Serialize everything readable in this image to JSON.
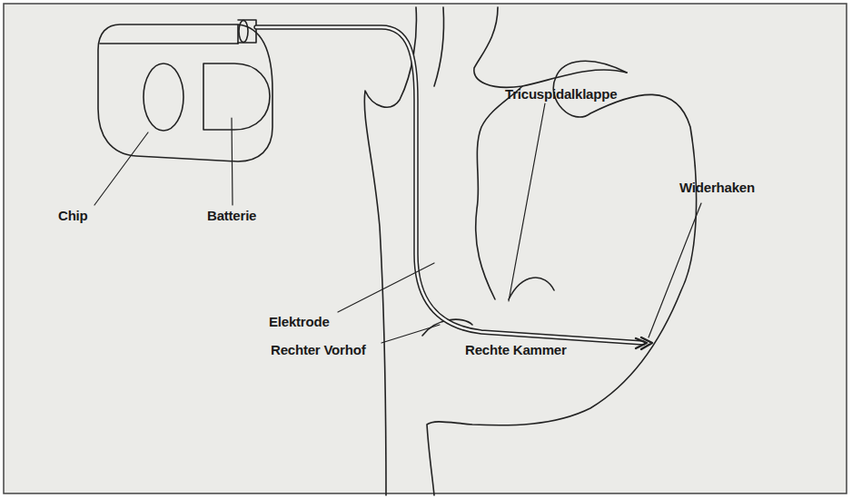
{
  "diagram": {
    "labels": [
      "Chip",
      "Batterie",
      "Tricuspidalklappe",
      "Widerhaken",
      "Elektrode",
      "Rechter Vorhof",
      "Rechte Kammer"
    ]
  }
}
